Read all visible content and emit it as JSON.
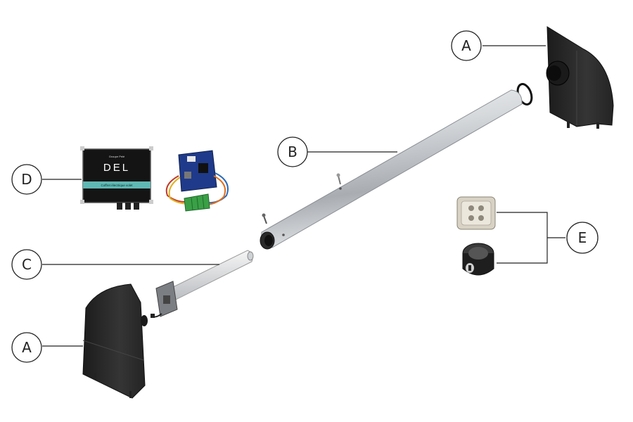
{
  "callouts": {
    "a_top": "A",
    "a_bottom": "A",
    "b": "B",
    "c": "C",
    "d": "D",
    "e": "E"
  },
  "control_box": {
    "brand": "DEL",
    "tagline": "Groupe Pelé",
    "line1": "Coffret électrique volet"
  },
  "colors": {
    "stroke": "#222222",
    "housing": "#2b2b2b",
    "tube": "#c9ccd0",
    "box_teal": "#5fb8b3",
    "pcb": "#1f3a8a",
    "terminal": "#3aa046"
  }
}
